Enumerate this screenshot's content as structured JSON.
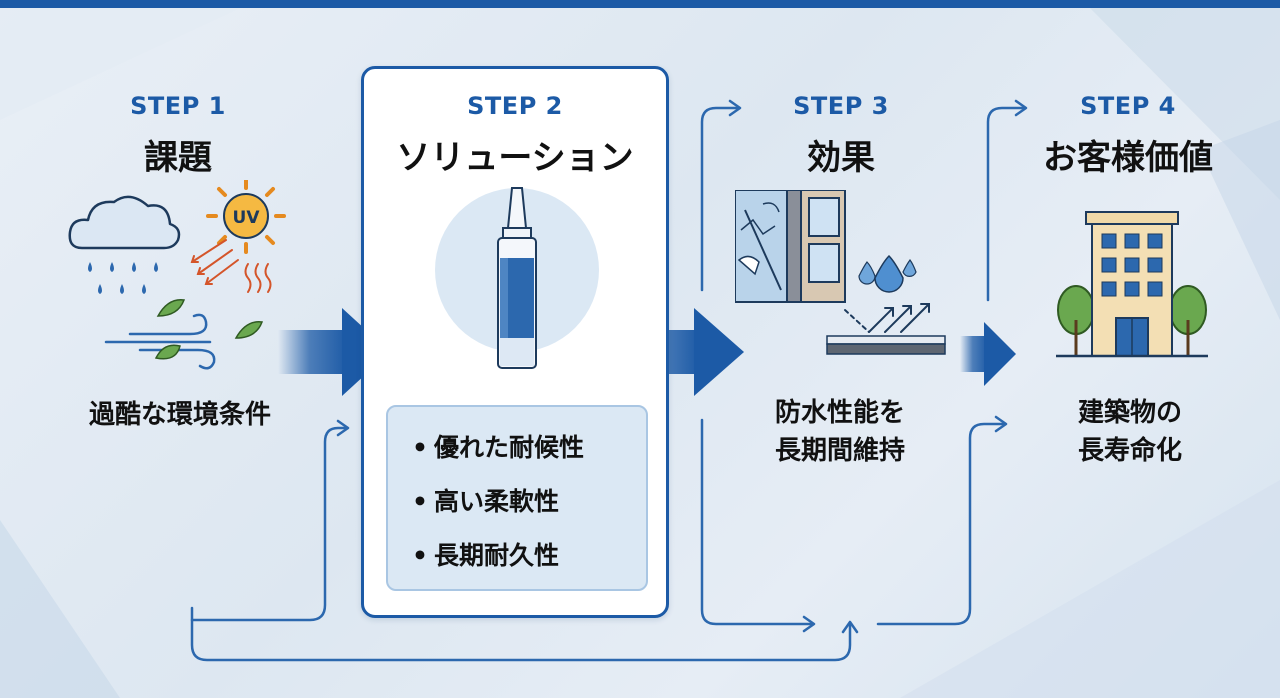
{
  "steps": [
    {
      "label": "STEP 1",
      "title": "課題",
      "caption": [
        "過酷な環境条件"
      ]
    },
    {
      "label": "STEP 2",
      "title": "ソリューション",
      "benefits": [
        "優れた耐候性",
        "高い柔軟性",
        "長期耐久性"
      ]
    },
    {
      "label": "STEP 3",
      "title": "効果",
      "caption": [
        "防水性能を",
        "長期間維持"
      ]
    },
    {
      "label": "STEP 4",
      "title": "お客様価値",
      "caption": [
        "建築物の",
        "長寿命化"
      ]
    }
  ],
  "icons": {
    "step1": [
      "rain-cloud-icon",
      "uv-sun-icon",
      "wind-leaves-icon"
    ],
    "step2": [
      "sealant-cartridge-icon"
    ],
    "step3": [
      "sealed-joint-icon",
      "water-repellent-icon"
    ],
    "step4": [
      "building-icon"
    ]
  },
  "uv_text": "UV",
  "colors": {
    "accent": "#1c5aa6",
    "text": "#111111",
    "sun": "#f2a33a",
    "leaf": "#6aa84f"
  }
}
